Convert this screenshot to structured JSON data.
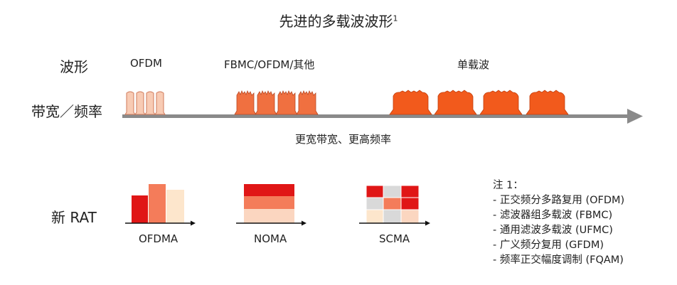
{
  "title": "先进的多载波波形",
  "title_sup": "1",
  "row_labels": {
    "waveform": "波形",
    "bandwidth": "带宽／频率",
    "new_rat": "新 RAT"
  },
  "waveforms": {
    "ofdm": "OFDM",
    "fbmc": "FBMC/OFDM/其他",
    "single_carrier": "单载波"
  },
  "axis_caption": "更宽带宽、更高频率",
  "rat_schemes": {
    "ofdma": "OFDMA",
    "noma": "NOMA",
    "scma": "SCMA"
  },
  "notes": {
    "heading": "注 1：",
    "items": [
      "- 正交频分多路复用 (OFDM)",
      "- 滤波器组多载波 (FBMC)",
      "- 通用滤波多载波 (UFMC)",
      "- 广义频分复用 (GFDM)",
      "- 频率正交幅度调制 (FQAM)"
    ]
  },
  "colors": {
    "ofdm_fill": "#f8cbb4",
    "ofdm_stroke": "#d07a5a",
    "fbmc_fill": "#f07040",
    "sc_fill": "#f25a1c",
    "axis": "#8a8a8a",
    "dark_red": "#e01616",
    "salmon": "#f47c5a",
    "light_peach": "#fde6cc",
    "pale_peach": "#fbd6c0",
    "grey_cell": "#d9d9d9"
  }
}
